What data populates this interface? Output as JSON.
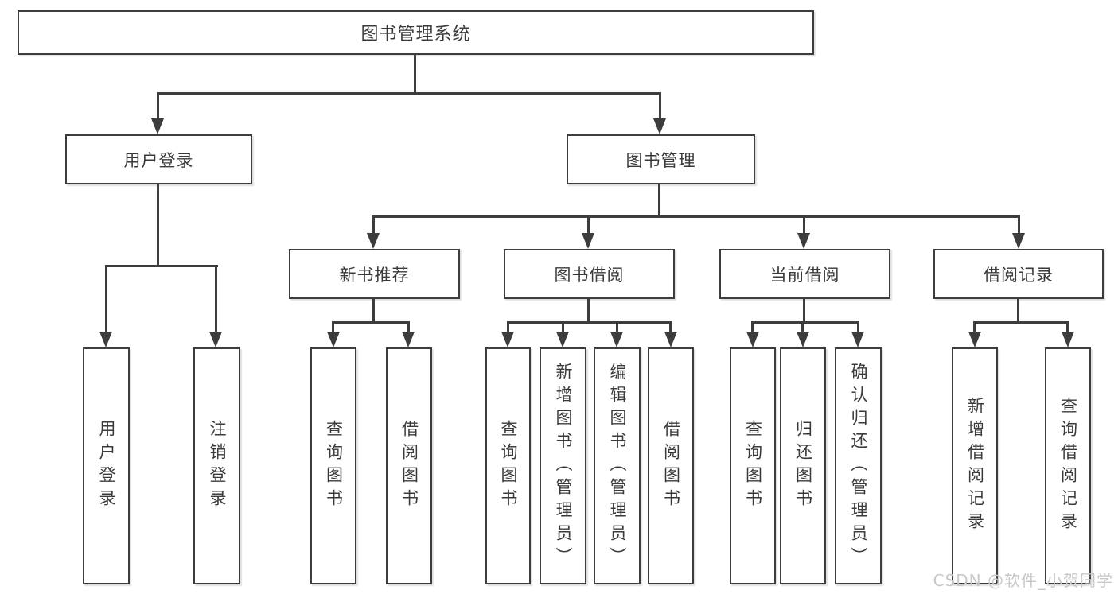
{
  "diagram_type": "hierarchy-tree",
  "tree": {
    "label": "图书管理系统",
    "children": [
      {
        "label": "用户登录",
        "children": [
          {
            "label": "用户登录"
          },
          {
            "label": "注销登录"
          }
        ]
      },
      {
        "label": "图书管理",
        "children": [
          {
            "label": "新书推荐",
            "children": [
              {
                "label": "查询图书"
              },
              {
                "label": "借阅图书"
              }
            ]
          },
          {
            "label": "图书借阅",
            "children": [
              {
                "label": "查询图书"
              },
              {
                "label": "新增图书（管理员）"
              },
              {
                "label": "编辑图书（管理员）"
              },
              {
                "label": "借阅图书"
              }
            ]
          },
          {
            "label": "当前借阅",
            "children": [
              {
                "label": "查询图书"
              },
              {
                "label": "归还图书"
              },
              {
                "label": "确认归还（管理员）"
              }
            ]
          },
          {
            "label": "借阅记录",
            "children": [
              {
                "label": "新增借阅记录"
              },
              {
                "label": "查询借阅记录"
              }
            ]
          }
        ]
      }
    ]
  },
  "watermark": {
    "text": "CSDN @软件_小贺同学"
  },
  "colors": {
    "line": "#3d3d3d",
    "text": "#3a3a3a",
    "background": "#ffffff",
    "watermark": "#c8c8c8"
  }
}
